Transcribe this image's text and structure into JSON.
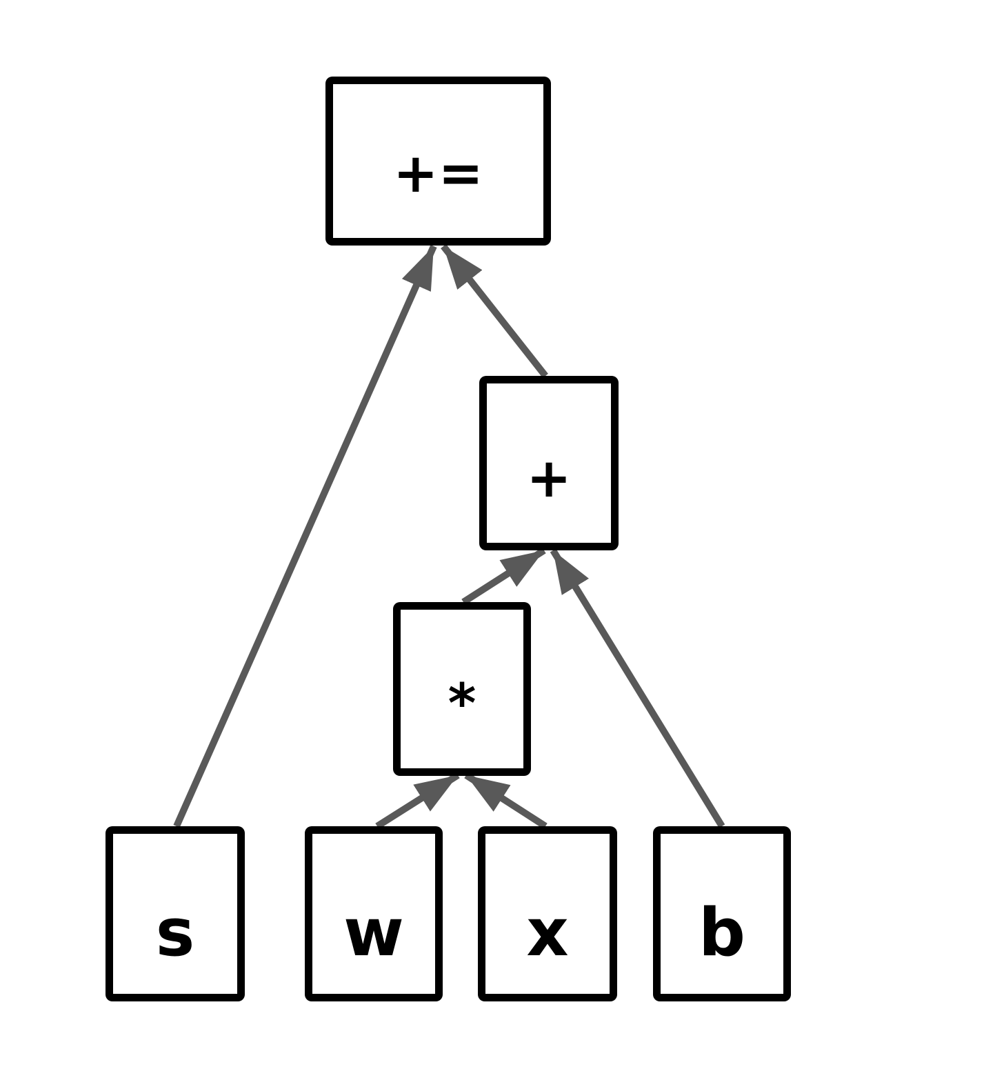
{
  "diagram": {
    "type": "expression-tree",
    "nodes": [
      {
        "id": "assign",
        "label": "+="
      },
      {
        "id": "plus",
        "label": "+"
      },
      {
        "id": "times",
        "label": "*"
      },
      {
        "id": "s",
        "label": "s"
      },
      {
        "id": "w",
        "label": "w"
      },
      {
        "id": "x",
        "label": "x"
      },
      {
        "id": "b",
        "label": "b"
      }
    ],
    "edges": [
      {
        "from": "s",
        "to": "assign"
      },
      {
        "from": "plus",
        "to": "assign"
      },
      {
        "from": "times",
        "to": "plus"
      },
      {
        "from": "b",
        "to": "plus"
      },
      {
        "from": "w",
        "to": "times"
      },
      {
        "from": "x",
        "to": "times"
      }
    ],
    "colors": {
      "background": "#ffffff",
      "node_fill": "#ffffff",
      "node_border": "#000000",
      "text": "#000000",
      "arrow": "#595959"
    }
  }
}
